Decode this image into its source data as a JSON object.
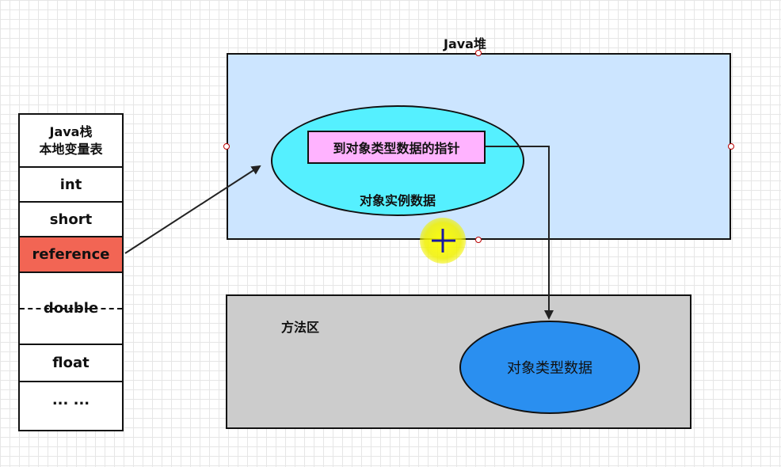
{
  "stack": {
    "title_line1": "Java栈",
    "title_line2": "本地变量表",
    "items": [
      "int",
      "short",
      "reference",
      "double",
      "float",
      "... ..."
    ]
  },
  "heap": {
    "title": "Java堆",
    "object_instance_label": "对象实例数据",
    "pointer_label": "到对象类型数据的指针"
  },
  "method_area": {
    "title": "方法区",
    "type_data_label": "对象类型数据"
  },
  "colors": {
    "reference_cell": "#f26554",
    "heap_bg": "#cce5ff",
    "instance_ellipse": "#55f0ff",
    "pointer_box": "#ffb3ff",
    "method_area_bg": "#cccccc",
    "type_ellipse": "#2a8ff0"
  }
}
